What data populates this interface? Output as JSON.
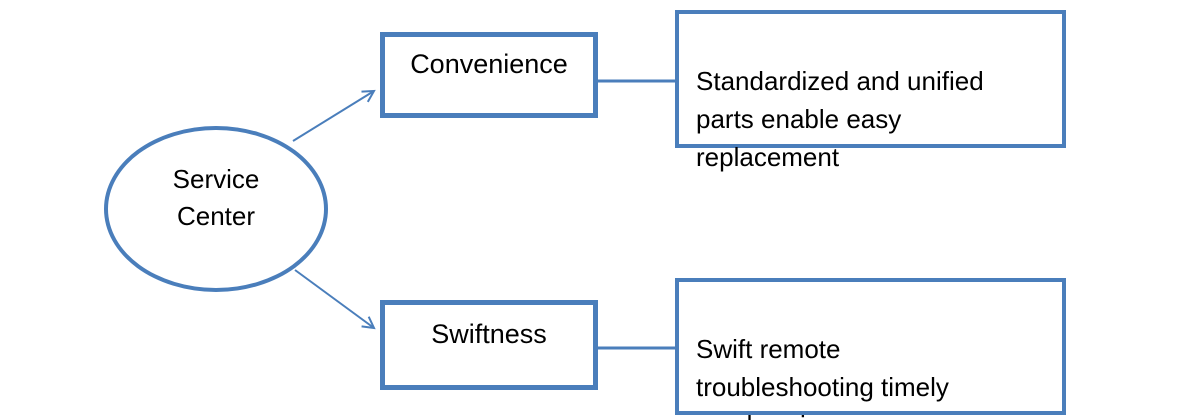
{
  "diagram": {
    "root": {
      "label": "Service\nCenter",
      "shape": "ellipse"
    },
    "branches": [
      {
        "node": "Convenience",
        "description": "Standardized and unified\nparts enable easy\nreplacement"
      },
      {
        "node": "Swiftness",
        "description": "Swift remote\ntroubleshooting timely\nresolves issues"
      }
    ],
    "colors": {
      "shape_border": "#4a7ebb",
      "connector": "#4a7ebb",
      "text": "#000000",
      "background": "#ffffff"
    }
  }
}
